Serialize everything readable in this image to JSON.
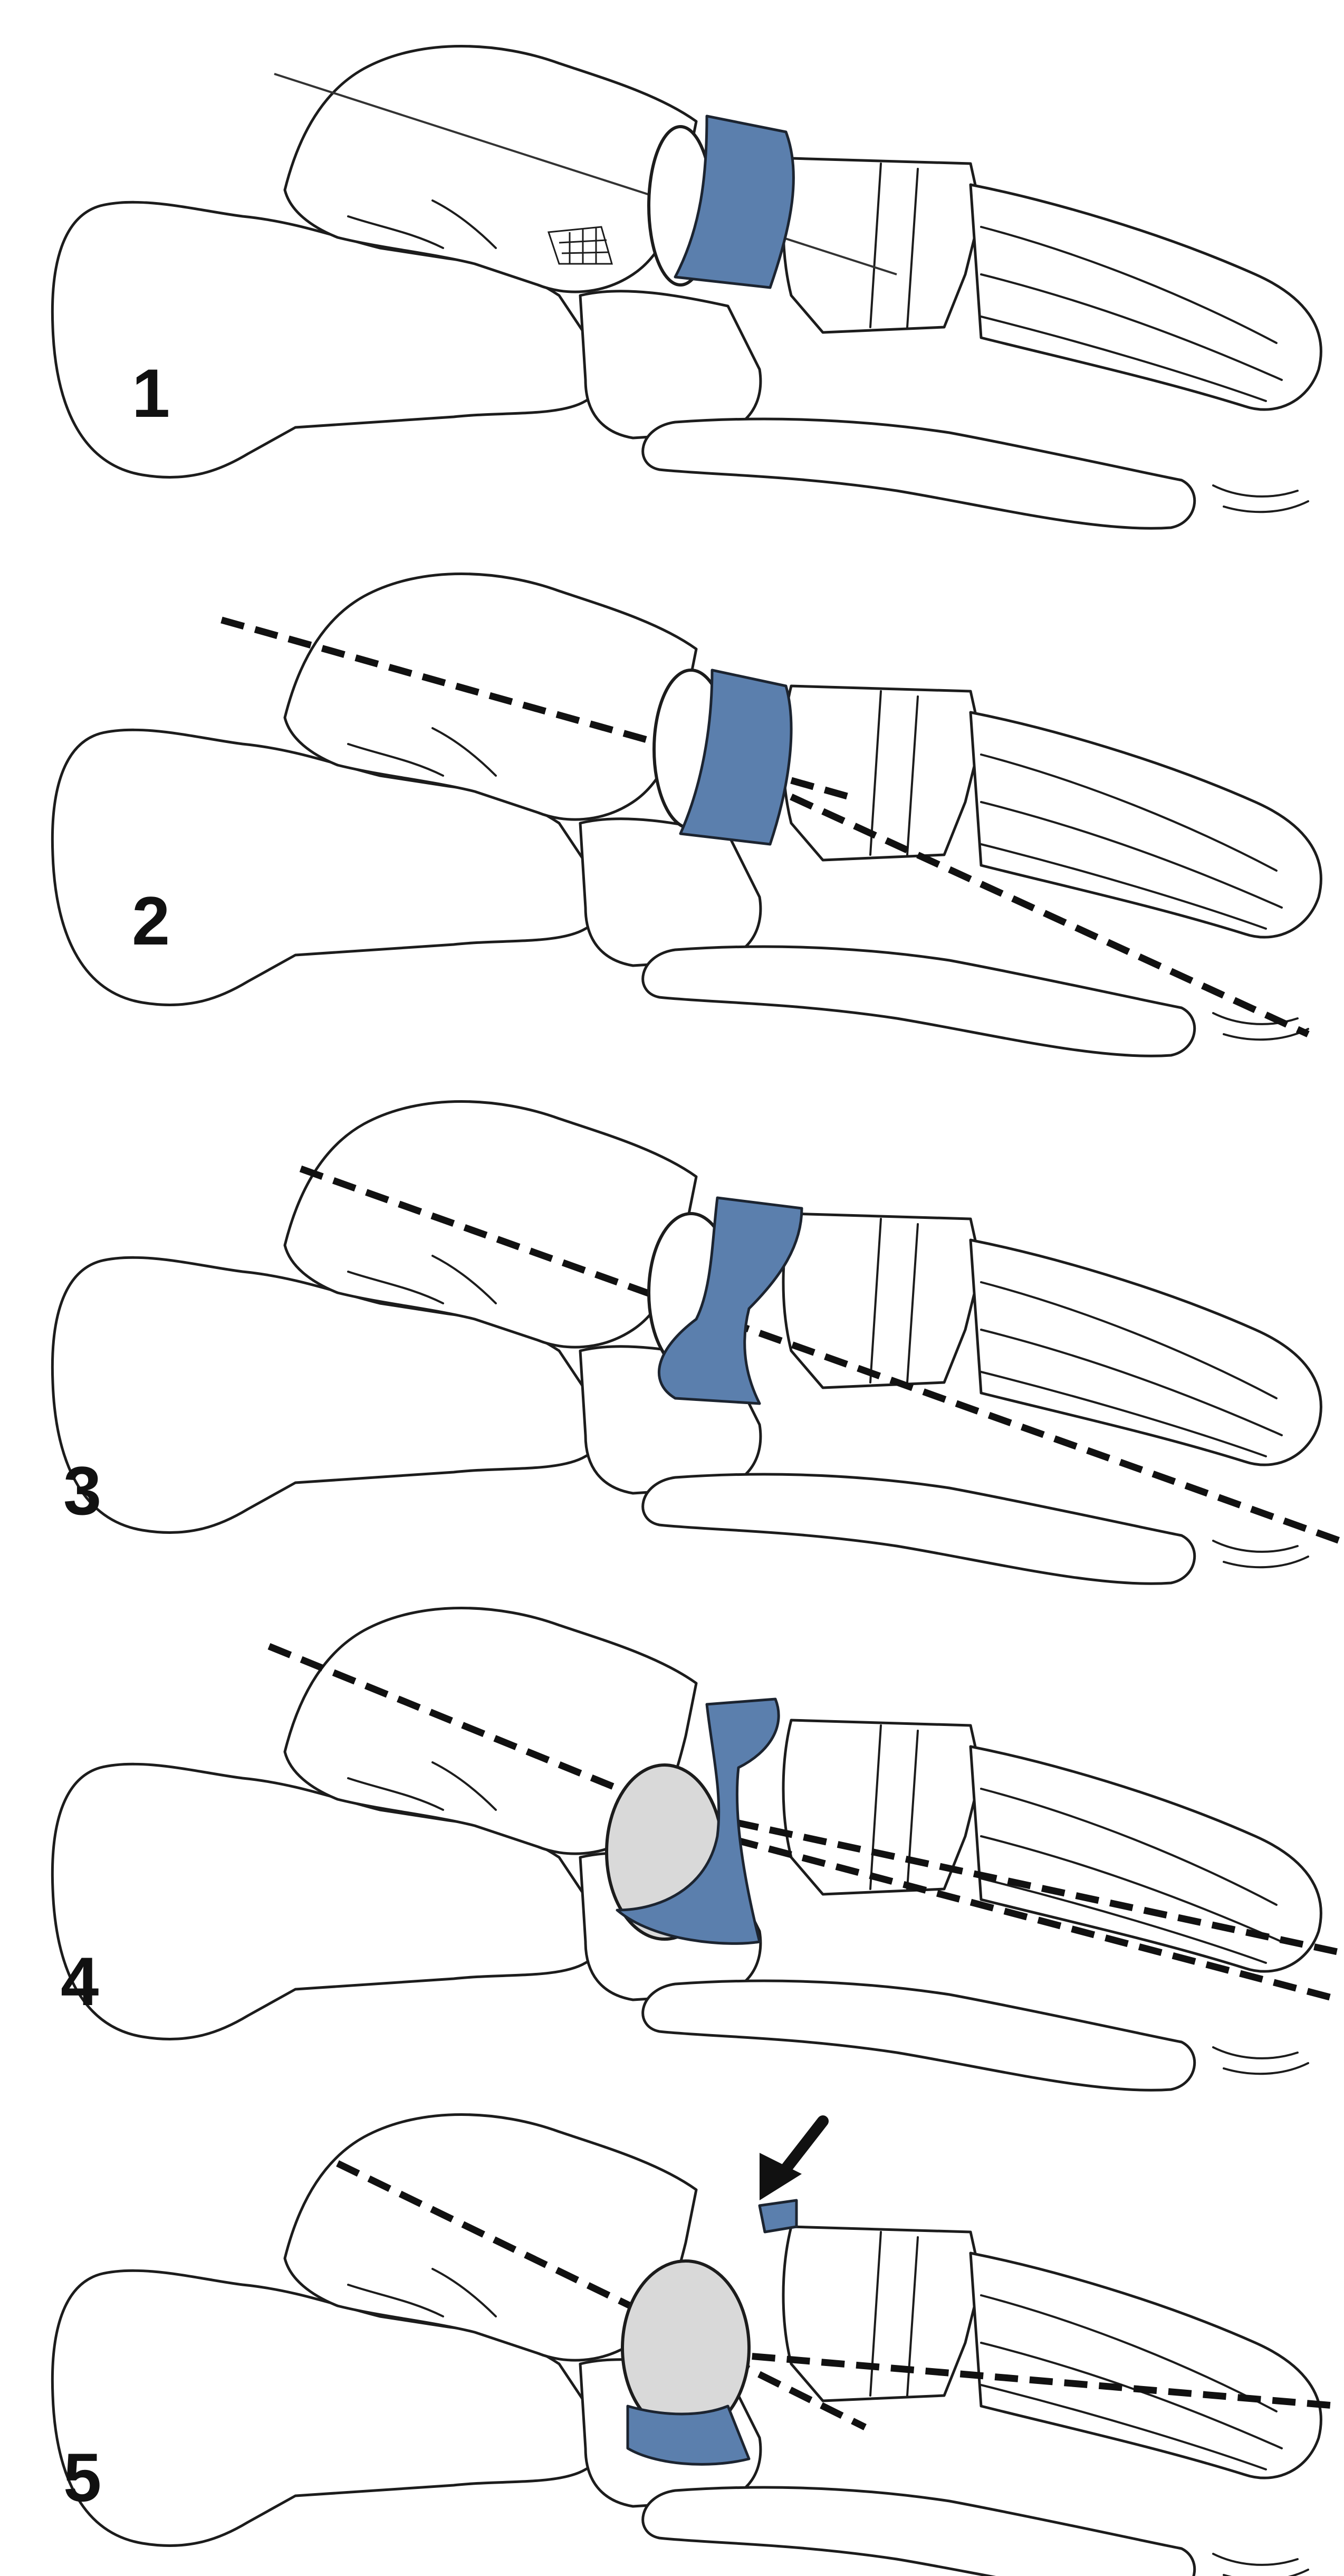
{
  "figure": {
    "panels": [
      {
        "stage_label": "1"
      },
      {
        "stage_label": "2"
      },
      {
        "stage_label": "3"
      },
      {
        "stage_label": "4"
      },
      {
        "stage_label": "5"
      }
    ],
    "colors": {
      "navicular_blue": "#5b7fad",
      "navicular_blue_dark": "#3f6a9e",
      "talar_head_grey": "#d9d9d9",
      "outline": "#1c1c1c",
      "background": "#ffffff"
    },
    "icons": {
      "arrow": "arrow-down-left-icon"
    }
  }
}
